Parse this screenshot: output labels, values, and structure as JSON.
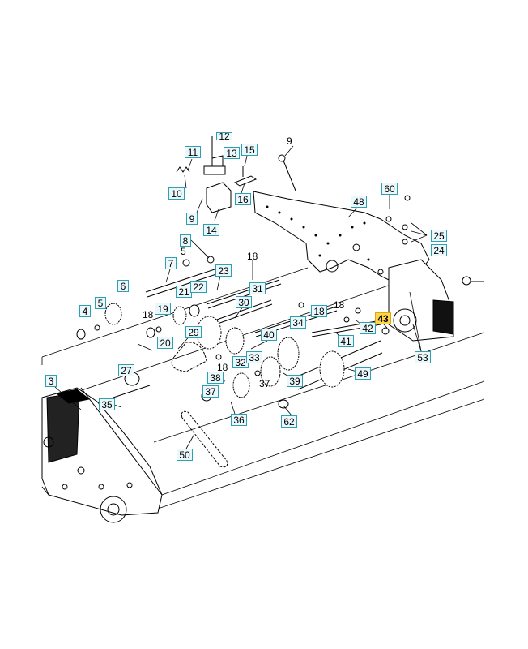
{
  "callouts": [
    {
      "id": "c3",
      "text": "3"
    },
    {
      "id": "c4",
      "text": "4"
    },
    {
      "id": "c5a",
      "text": "5"
    },
    {
      "id": "c5b",
      "text": "5"
    },
    {
      "id": "c6",
      "text": "6"
    },
    {
      "id": "c7",
      "text": "7"
    },
    {
      "id": "c8",
      "text": "8"
    },
    {
      "id": "c9a",
      "text": "9"
    },
    {
      "id": "c10",
      "text": "10"
    },
    {
      "id": "c11",
      "text": "11"
    },
    {
      "id": "c12",
      "text": "12"
    },
    {
      "id": "c13",
      "text": "13"
    },
    {
      "id": "c14",
      "text": "14"
    },
    {
      "id": "c15",
      "text": "15"
    },
    {
      "id": "c16",
      "text": "16"
    },
    {
      "id": "c18a",
      "text": "18"
    },
    {
      "id": "c19",
      "text": "19"
    },
    {
      "id": "c20",
      "text": "20"
    },
    {
      "id": "c21",
      "text": "21"
    },
    {
      "id": "c22",
      "text": "22"
    },
    {
      "id": "c23",
      "text": "23"
    },
    {
      "id": "c24",
      "text": "24"
    },
    {
      "id": "c25",
      "text": "25"
    },
    {
      "id": "c27",
      "text": "27"
    },
    {
      "id": "c29",
      "text": "29"
    },
    {
      "id": "c30",
      "text": "30"
    },
    {
      "id": "c31",
      "text": "31"
    },
    {
      "id": "c32",
      "text": "32"
    },
    {
      "id": "c33",
      "text": "33"
    },
    {
      "id": "c34",
      "text": "34"
    },
    {
      "id": "c35",
      "text": "35"
    },
    {
      "id": "c36",
      "text": "36"
    },
    {
      "id": "c37a",
      "text": "37"
    },
    {
      "id": "c38",
      "text": "38"
    },
    {
      "id": "c39",
      "text": "39"
    },
    {
      "id": "c40",
      "text": "40"
    },
    {
      "id": "c41",
      "text": "41"
    },
    {
      "id": "c42",
      "text": "42"
    },
    {
      "id": "c43",
      "text": "43"
    },
    {
      "id": "c48",
      "text": "48"
    },
    {
      "id": "c49",
      "text": "49"
    },
    {
      "id": "c50",
      "text": "50"
    },
    {
      "id": "c53",
      "text": "53"
    },
    {
      "id": "c60",
      "text": "60"
    },
    {
      "id": "c62",
      "text": "62"
    },
    {
      "id": "c18b",
      "text": "18"
    },
    {
      "id": "c9b",
      "text": "9"
    }
  ],
  "plain_labels": [
    {
      "id": "p18a",
      "text": "18"
    },
    {
      "id": "p18b",
      "text": "18"
    },
    {
      "id": "p18c",
      "text": "18"
    },
    {
      "id": "p37",
      "text": "37"
    },
    {
      "id": "p5",
      "text": "5"
    },
    {
      "id": "p18d",
      "text": "18"
    }
  ],
  "highlight_color": "#ffd54a",
  "callout_border_color": "#2f9fb3"
}
